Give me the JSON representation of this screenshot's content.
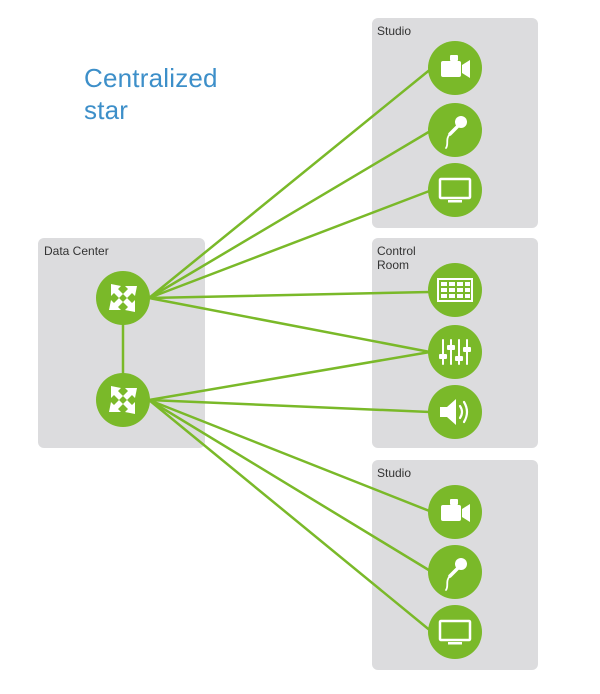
{
  "title": {
    "line1": "Centralized",
    "line2": "star"
  },
  "panels": {
    "data_center": {
      "label": "Data Center"
    },
    "studio_top": {
      "label": "Studio"
    },
    "control_room": {
      "label_line1": "Control",
      "label_line2": "Room"
    },
    "studio_bottom": {
      "label": "Studio"
    }
  },
  "nodes": {
    "switch_top": {
      "icon": "network-switch-icon"
    },
    "switch_bottom": {
      "icon": "network-switch-icon"
    },
    "studio1_camera": {
      "icon": "video-camera-icon"
    },
    "studio1_mic": {
      "icon": "microphone-icon"
    },
    "studio1_display": {
      "icon": "monitor-icon"
    },
    "control_multiviewer": {
      "icon": "multiviewer-icon"
    },
    "control_mixer": {
      "icon": "audio-mixer-icon"
    },
    "control_speaker": {
      "icon": "speaker-icon"
    },
    "studio2_camera": {
      "icon": "video-camera-icon"
    },
    "studio2_mic": {
      "icon": "microphone-icon"
    },
    "studio2_display": {
      "icon": "monitor-icon"
    }
  },
  "colors": {
    "node": "#7ab929",
    "link": "#7ab929",
    "panel": "#dcdcde",
    "title": "#3d8fc9"
  }
}
